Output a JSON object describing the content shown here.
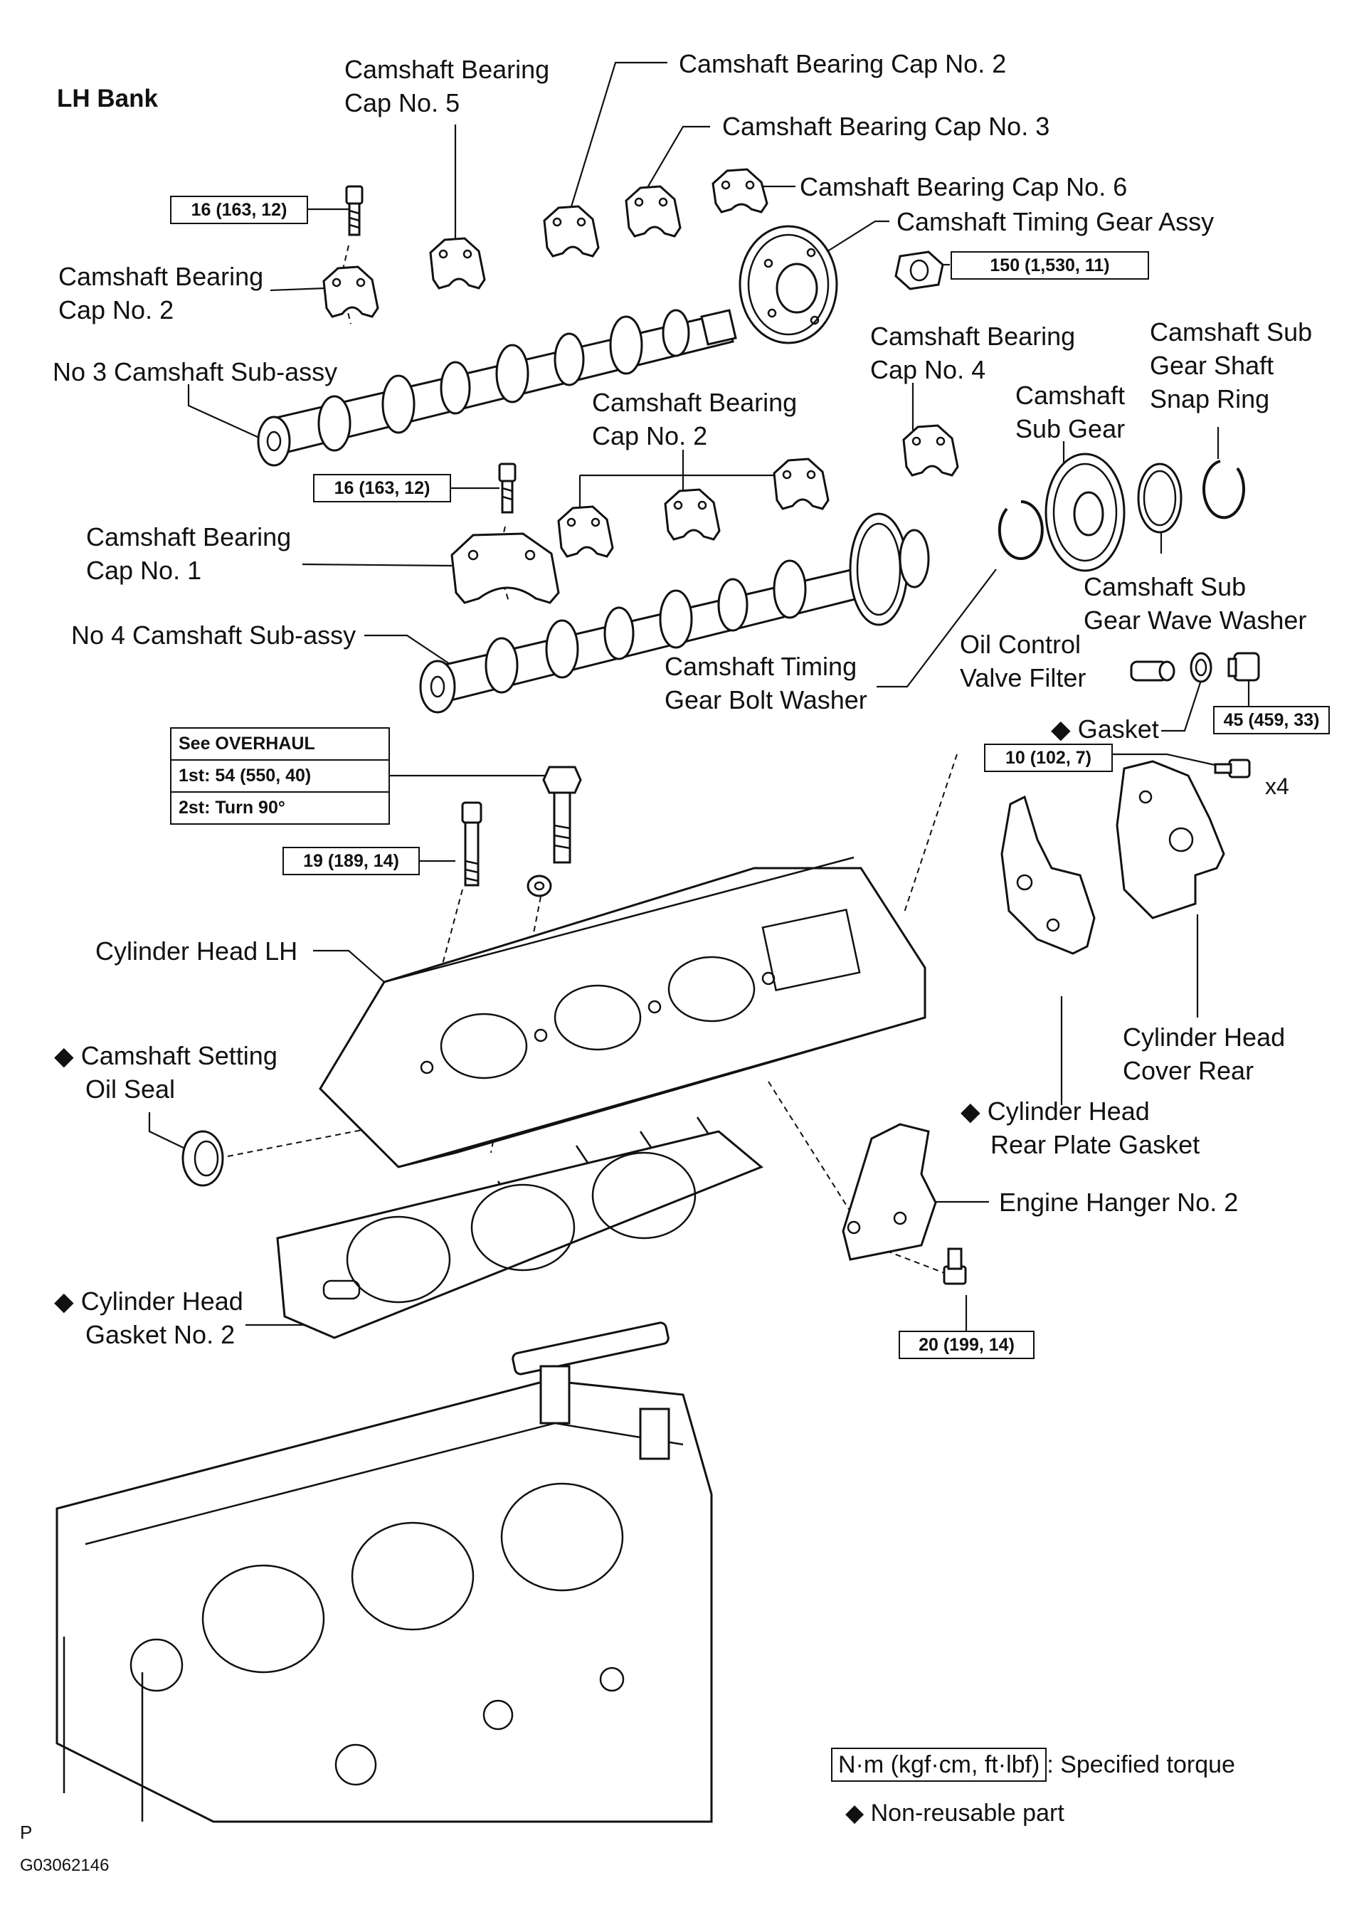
{
  "title": "LH Bank",
  "labels": {
    "cap5": [
      "Camshaft Bearing",
      "Cap No. 5"
    ],
    "cap2_top": "Camshaft Bearing Cap No. 2",
    "cap3": "Camshaft Bearing Cap No. 3",
    "cap6": "Camshaft Bearing Cap No. 6",
    "timing_gear_assy": "Camshaft Timing Gear Assy",
    "cap2_left": [
      "Camshaft Bearing",
      "Cap No. 2"
    ],
    "no3_camshaft": "No 3 Camshaft Sub-assy",
    "cap4": [
      "Camshaft Bearing",
      "Cap No. 4"
    ],
    "sub_gear": [
      "Camshaft",
      "Sub Gear"
    ],
    "snap_ring": [
      "Camshaft Sub",
      "Gear Shaft",
      "Snap Ring"
    ],
    "cap2_mid": [
      "Camshaft Bearing",
      "Cap No. 2"
    ],
    "cap1": [
      "Camshaft Bearing",
      "Cap No. 1"
    ],
    "wave_washer": [
      "Camshaft Sub",
      "Gear Wave Washer"
    ],
    "no4_camshaft": "No 4 Camshaft Sub-assy",
    "ocv_filter": [
      "Oil Control",
      "Valve Filter"
    ],
    "bolt_washer": [
      "Camshaft Timing",
      "Gear Bolt Washer"
    ],
    "gasket": "Gasket",
    "x4": "x4",
    "cylinder_head_lh": "Cylinder Head LH",
    "setting_oil_seal": [
      "Camshaft Setting",
      "Oil Seal"
    ],
    "head_cover_rear": [
      "Cylinder Head",
      "Cover Rear"
    ],
    "rear_plate_gasket": [
      "Cylinder Head",
      "Rear Plate Gasket"
    ],
    "engine_hanger": "Engine Hanger No. 2",
    "head_gasket": [
      "Cylinder Head",
      "Gasket No. 2"
    ]
  },
  "torques": {
    "t1": "16 (163, 12)",
    "t2": "150 (1,530, 11)",
    "t3": "16 (163, 12)",
    "t4": "45 (459, 33)",
    "t5": "10 (102, 7)",
    "t6": "19 (189, 14)",
    "t7": "20 (199, 14)"
  },
  "overhaul": {
    "header": "See OVERHAUL",
    "step1": "1st: 54 (550, 40)",
    "step2": "2st: Turn 90°"
  },
  "legend": {
    "unit": "N·m (kgf·cm, ft·lbf)",
    "unit_desc": ": Specified torque",
    "nonreusable": "Non-reusable part"
  },
  "footer": {
    "letter": "P",
    "code": "G03062146"
  },
  "symbols": {
    "nonreusable_marker": "◆"
  }
}
